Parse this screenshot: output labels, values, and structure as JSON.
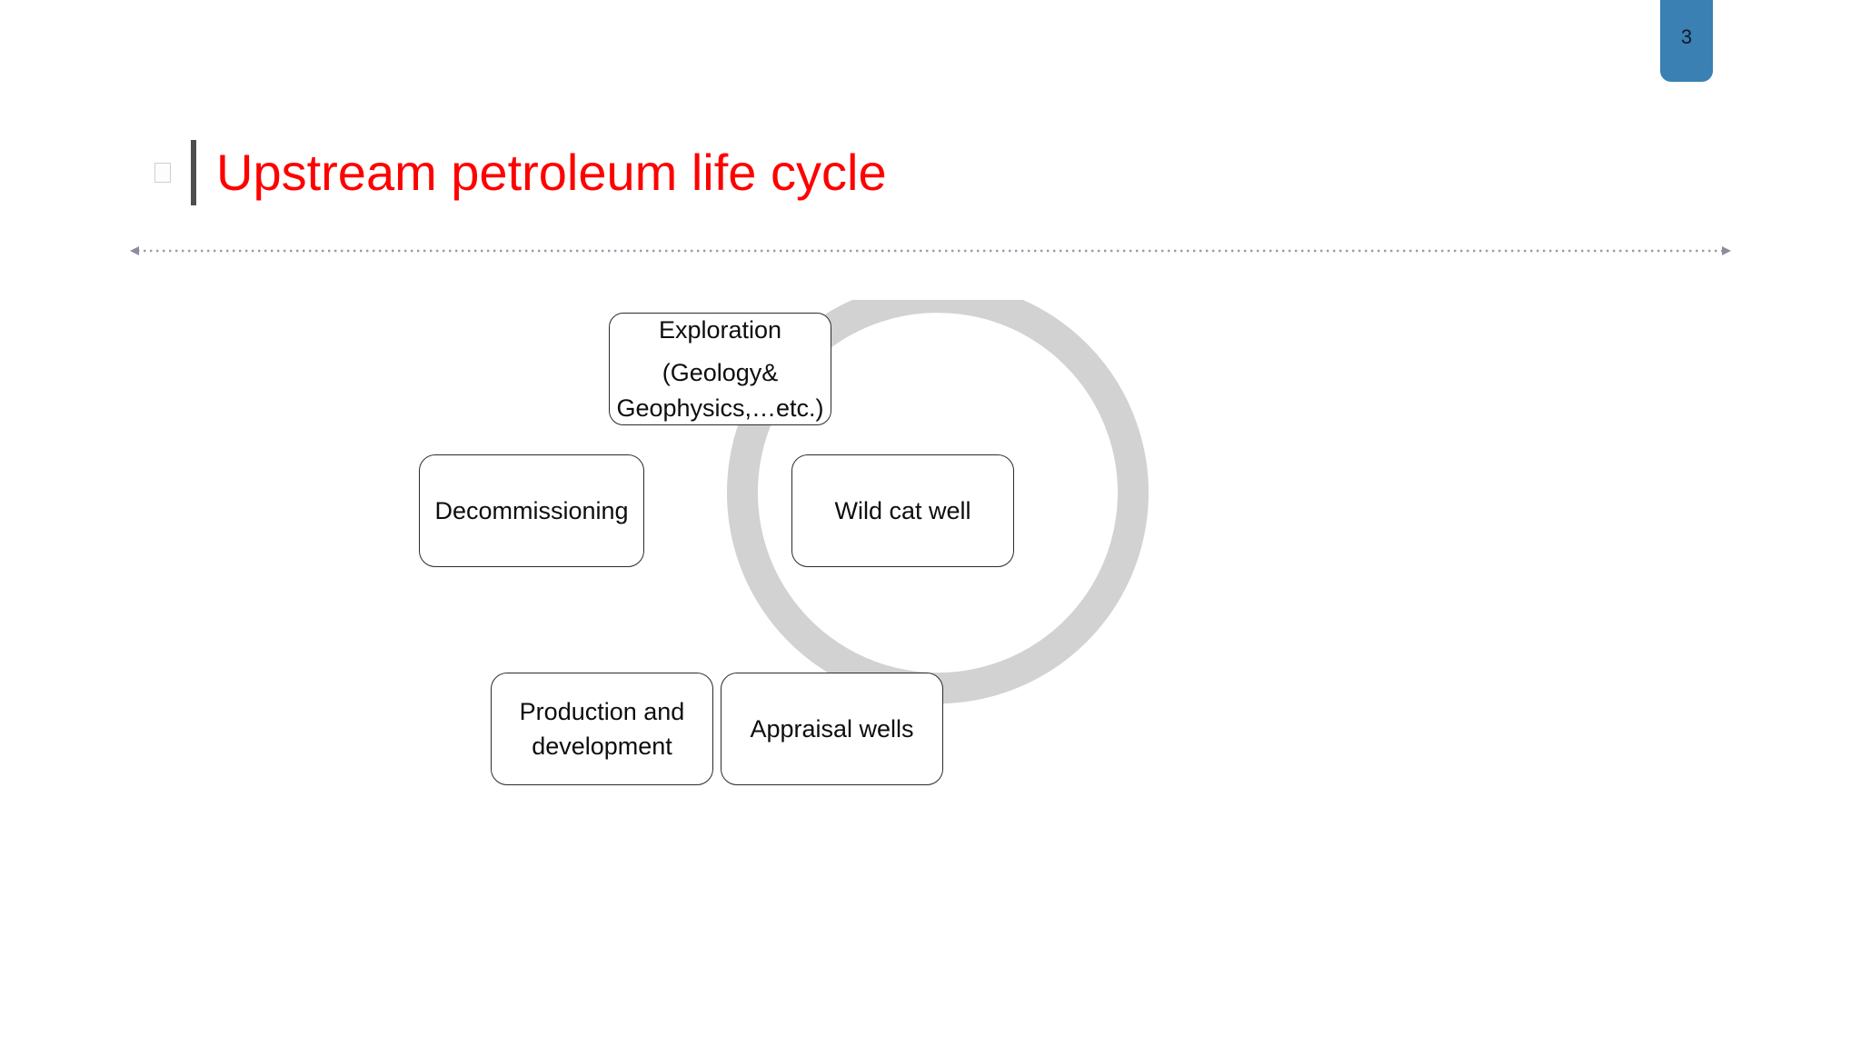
{
  "slide": {
    "page_number": "3",
    "title": "Upstream petroleum life cycle",
    "title_color": "#ff0000",
    "bullet_glyph": "",
    "badge_color": "#3a80b2",
    "rule_color": "#9b9bad",
    "ring_color": "#d2d2d2",
    "node_border_color": "#2b2b2b"
  },
  "diagram": {
    "type": "cycle",
    "direction": "clockwise",
    "nodes": [
      {
        "id": "exploration",
        "lines": [
          "Exploration",
          "(Geology&",
          "Geophysics,…etc.)"
        ],
        "position": "top"
      },
      {
        "id": "wild-cat-well",
        "lines": [
          "Wild cat well"
        ],
        "position": "right"
      },
      {
        "id": "appraisal-wells",
        "lines": [
          "Appraisal wells"
        ],
        "position": "bottom-right"
      },
      {
        "id": "production-and-development",
        "lines": [
          "Production and",
          "development"
        ],
        "position": "bottom-left"
      },
      {
        "id": "decommissioning",
        "lines": [
          "Decommissioning"
        ],
        "position": "left"
      }
    ]
  }
}
